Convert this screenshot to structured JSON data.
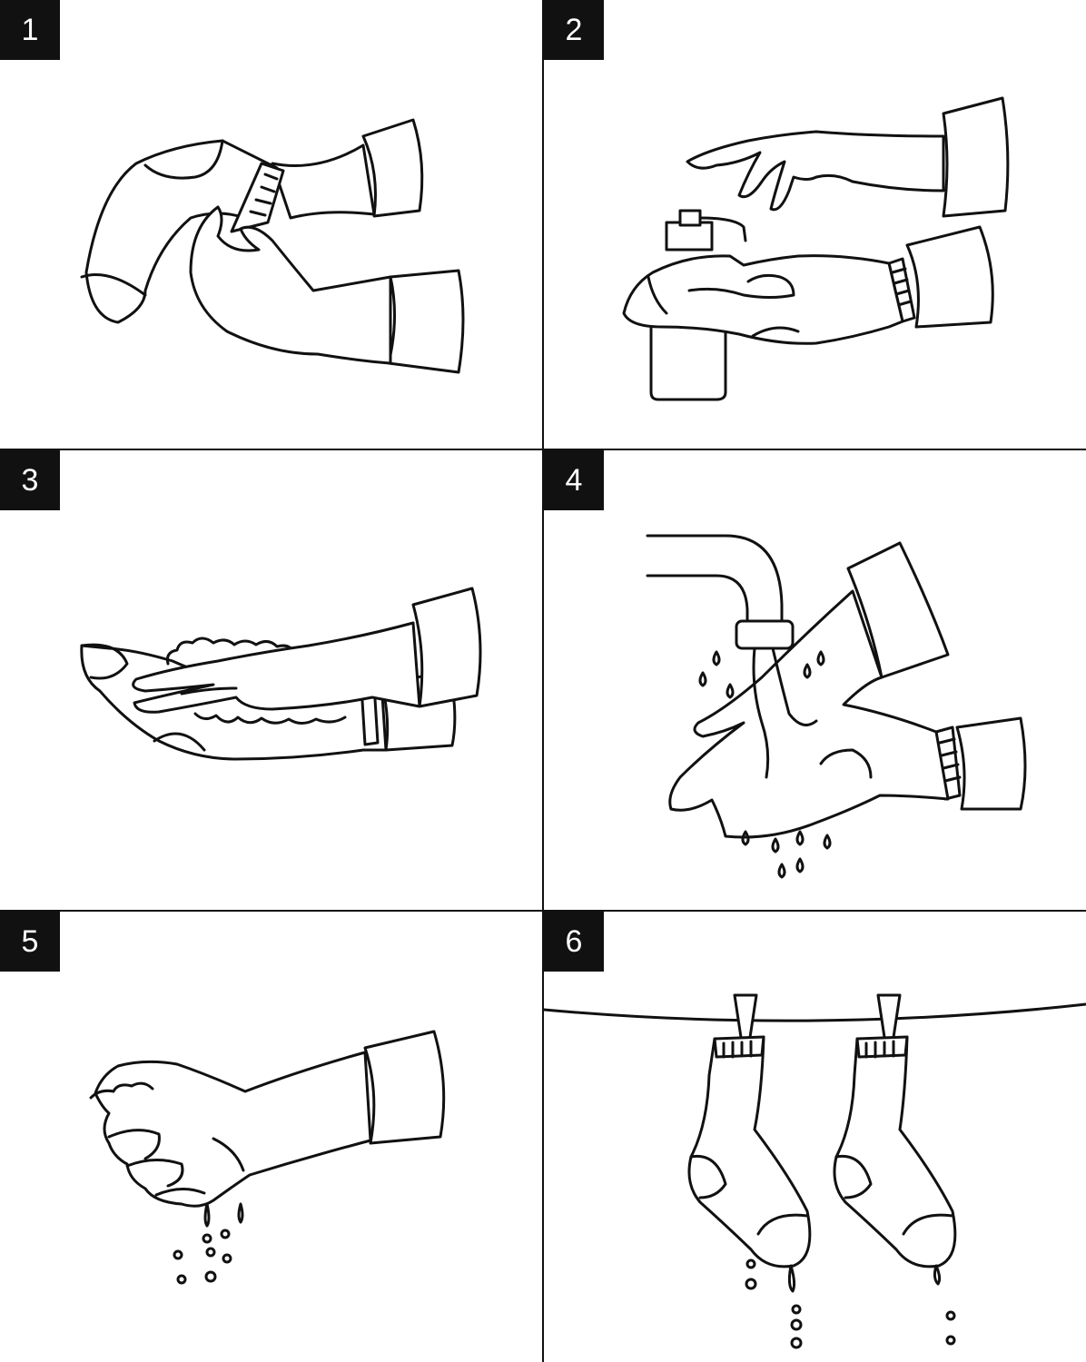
{
  "steps": [
    {
      "number": "1"
    },
    {
      "number": "2"
    },
    {
      "number": "3"
    },
    {
      "number": "4"
    },
    {
      "number": "5"
    },
    {
      "number": "6"
    }
  ],
  "colors": {
    "line": "#111111",
    "background": "#ffffff",
    "badge_bg": "#111111",
    "badge_text": "#ffffff"
  }
}
